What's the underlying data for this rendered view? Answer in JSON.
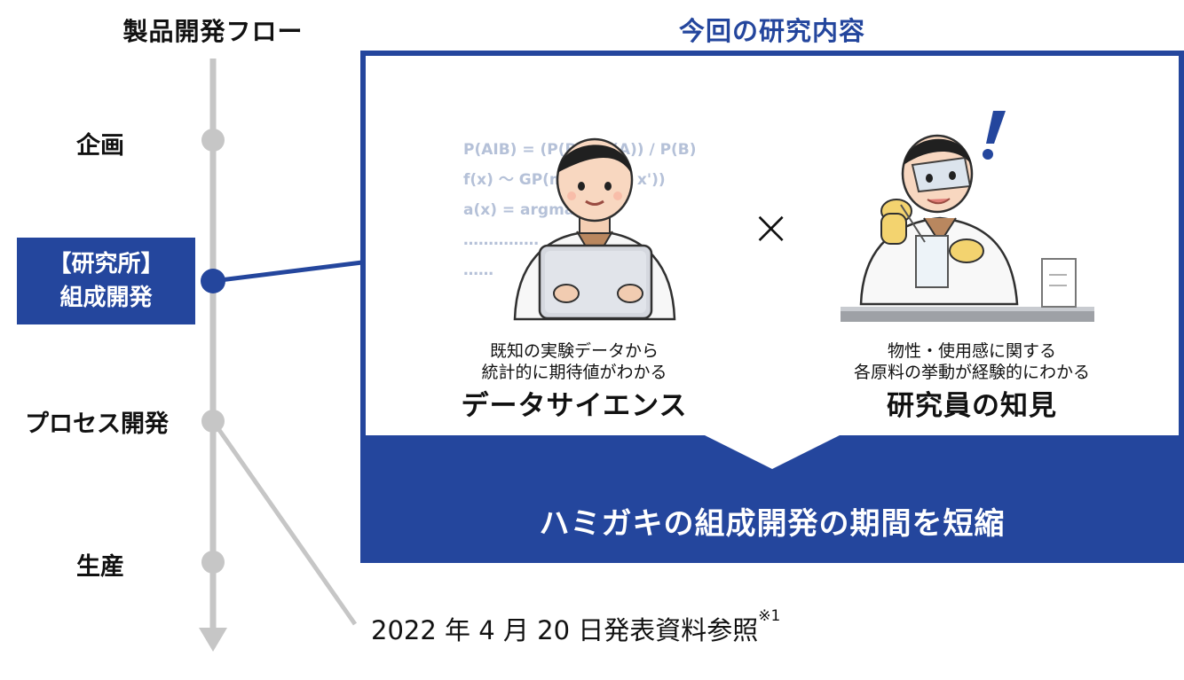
{
  "flow": {
    "title": "製品開発フロー",
    "steps": {
      "planning": "企画",
      "lab_line1": "【研究所】",
      "lab_line2": "組成開発",
      "process": "プロセス開発",
      "production": "生産"
    }
  },
  "research": {
    "title": "今回の研究内容",
    "formulas": [
      "P(AIB) = (P(B|A)P(A)) / P(B)",
      "f(x) 〜 GP(m(x), k(x, x'))",
      "a(x) = argmax(...)",
      "……………",
      "……"
    ],
    "left": {
      "caption_line1": "既知の実験データから",
      "caption_line2": "統計的に期待値がわかる",
      "title": "データサイエンス"
    },
    "times_symbol": "×",
    "right": {
      "caption_line1": "物性・使用感に関する",
      "caption_line2": "各原料の挙動が経験的にわかる",
      "title": "研究員の知見"
    },
    "result": "ハミガキの組成開発の期間を短縮"
  },
  "reference": {
    "text": "2022 年 4 月 20 日発表資料参照",
    "note": "※1"
  },
  "colors": {
    "accent": "#24469d",
    "line": "#c6c6c6",
    "formula": "#b5c1d8"
  }
}
